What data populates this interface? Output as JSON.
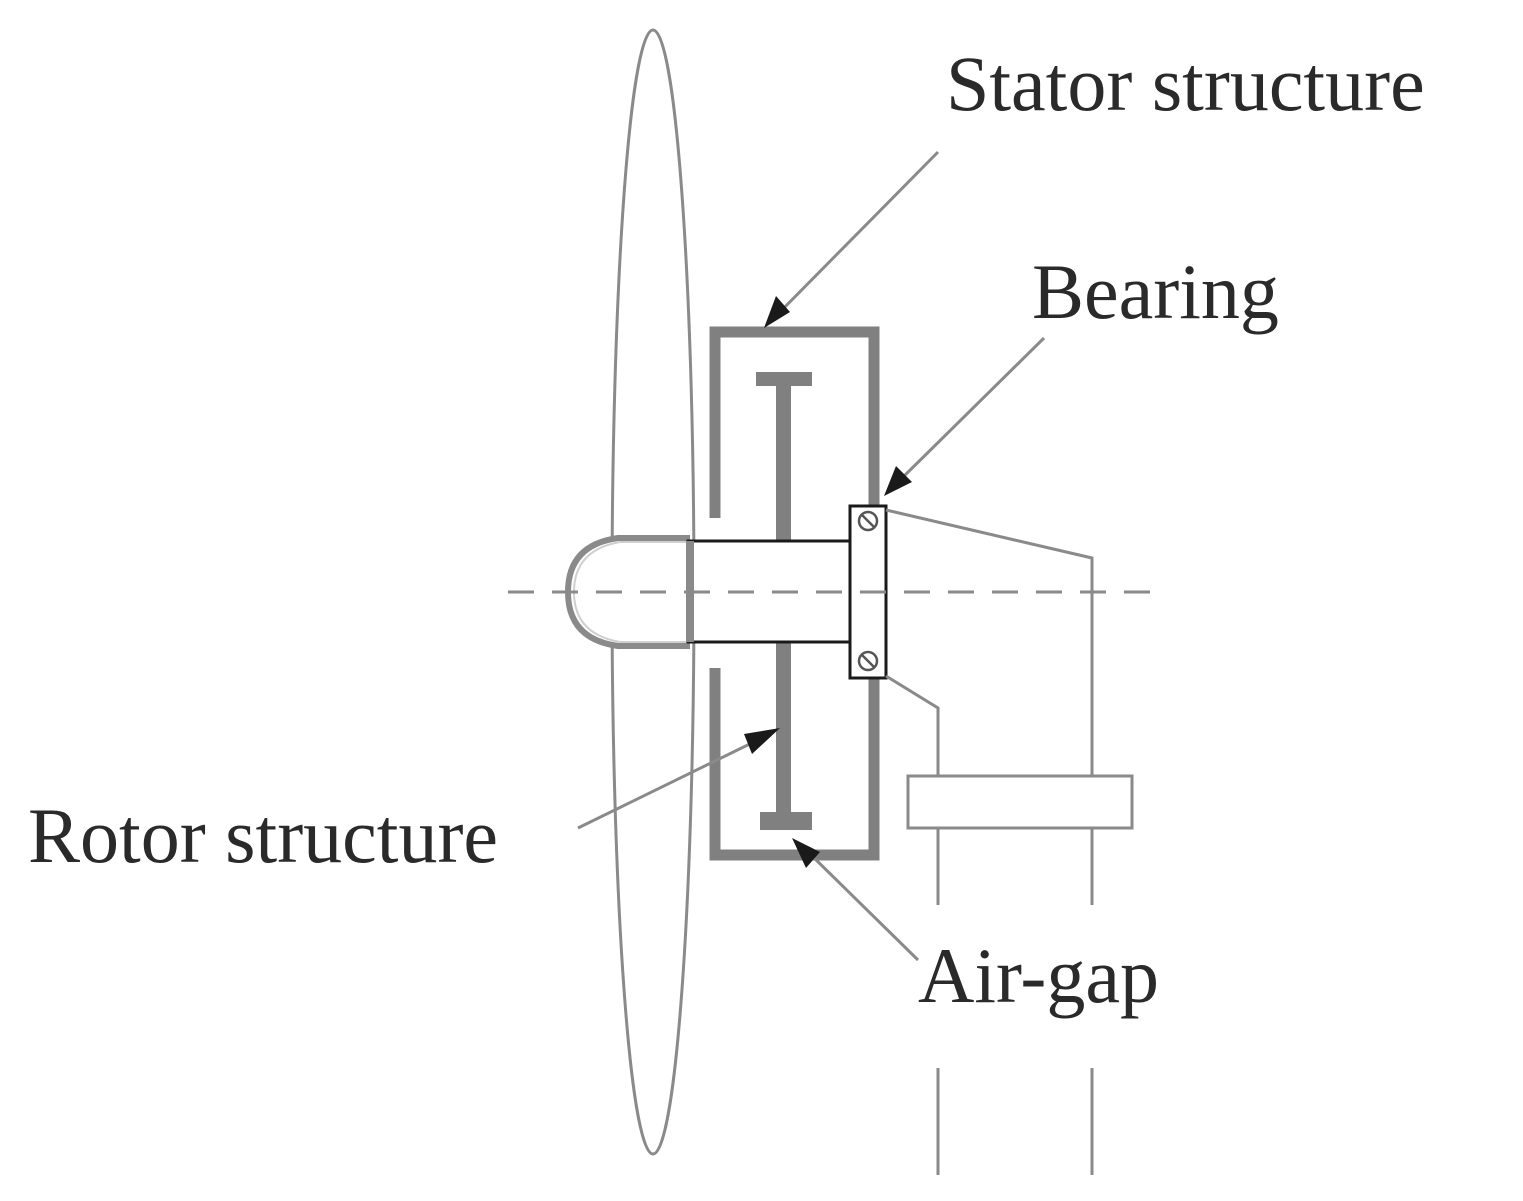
{
  "labels": {
    "stator": "Stator structure",
    "bearing": "Bearing",
    "rotor": "Rotor structure",
    "airgap": "Air-gap"
  },
  "colors": {
    "background": "#ffffff",
    "thin_line": "#8a8a8a",
    "thick_structure": "#808080",
    "shaft_outline": "#1a1a1a",
    "text": "#2a2a2a",
    "arrow": "#1a1a1a"
  }
}
